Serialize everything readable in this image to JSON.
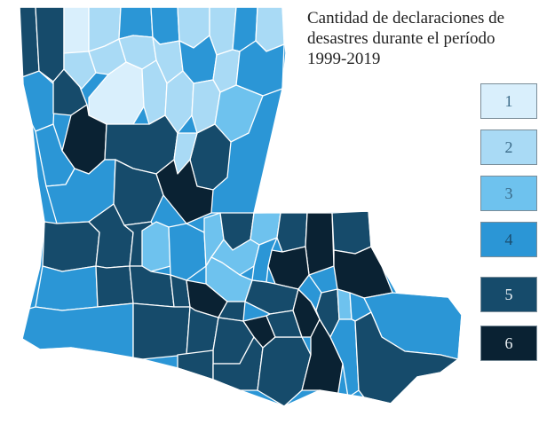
{
  "title_lines": [
    "Cantidad de declaraciones de",
    "desastres durante el período",
    "1999-2019"
  ],
  "colors": {
    "1": "#d9effc",
    "2": "#a9daf5",
    "3": "#6ec2ee",
    "4": "#2b96d6",
    "5": "#164b6b",
    "6": "#0a2233"
  },
  "legend": [
    {
      "label": "1",
      "color": "#d9effc"
    },
    {
      "label": "2",
      "color": "#a9daf5"
    },
    {
      "label": "3",
      "color": "#6ec2ee"
    },
    {
      "label": "4",
      "color": "#2b96d6"
    },
    {
      "label": "5",
      "color": "#164b6b"
    },
    {
      "label": "6",
      "color": "#0a2233"
    }
  ]
}
